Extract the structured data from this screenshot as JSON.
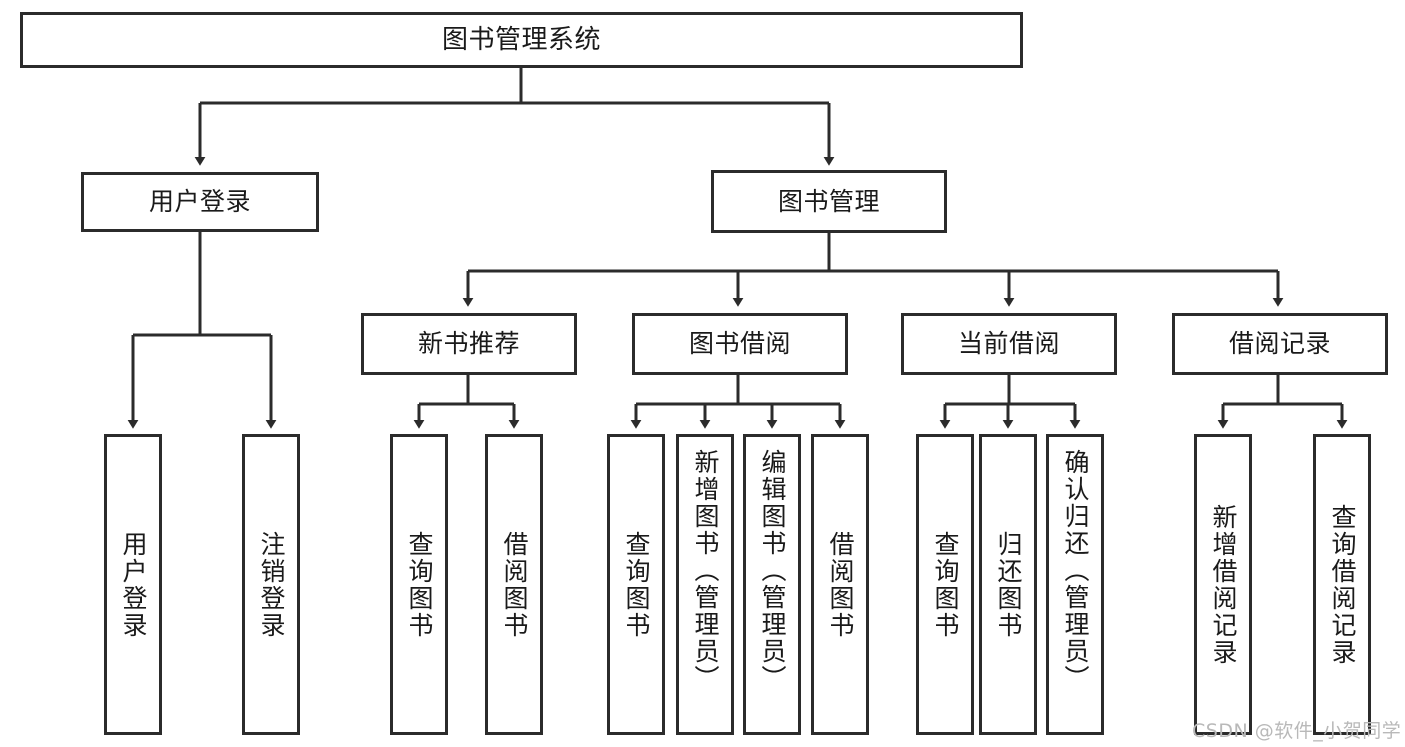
{
  "diagram": {
    "title": "图书管理系统",
    "type": "tree-hierarchy",
    "line_color": "#2b2b2b",
    "background_color": "#ffffff",
    "text_color": "#1a1a1a"
  },
  "nodes": {
    "root": {
      "label": "图书管理系统"
    },
    "level1": [
      {
        "label": "用户登录"
      },
      {
        "label": "图书管理"
      }
    ],
    "level2": [
      {
        "label": "新书推荐"
      },
      {
        "label": "图书借阅"
      },
      {
        "label": "当前借阅"
      },
      {
        "label": "借阅记录"
      }
    ],
    "leaves_user_login": [
      {
        "label": "用户登录"
      },
      {
        "label": "注销登录"
      }
    ],
    "leaves_new_books": [
      {
        "label": "查询图书"
      },
      {
        "label": "借阅图书"
      }
    ],
    "leaves_borrow": [
      {
        "label": "查询图书"
      },
      {
        "label": "新增图书（管理员）"
      },
      {
        "label": "编辑图书（管理员）"
      },
      {
        "label": "借阅图书"
      }
    ],
    "leaves_current": [
      {
        "label": "查询图书"
      },
      {
        "label": "归还图书"
      },
      {
        "label": "确认归还（管理员）"
      }
    ],
    "leaves_records": [
      {
        "label": "新增借阅记录"
      },
      {
        "label": "查询借阅记录"
      }
    ]
  },
  "watermark": {
    "text": "CSDN @软件_小贺同学"
  }
}
